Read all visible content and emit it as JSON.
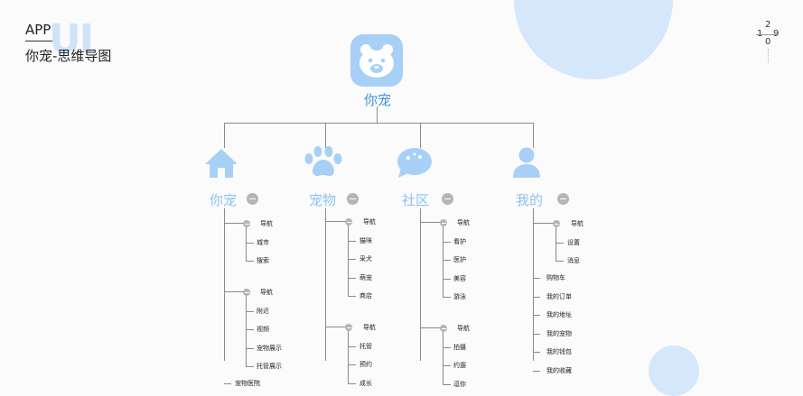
{
  "header": {
    "app": "APP",
    "ui": "UI",
    "title": "你宠-思维导图",
    "date": {
      "d1": "1",
      "d2": "2",
      "d3": "0",
      "d4": "9"
    }
  },
  "root": {
    "label": "你宠"
  },
  "branches": [
    {
      "label": "你宠",
      "icon": "house-icon",
      "groups": [
        {
          "label": "导航",
          "items": [
            "城市",
            "搜索"
          ]
        },
        {
          "label": "导航",
          "items": [
            "附近",
            "视频",
            "宠物展示",
            "托管展示"
          ]
        }
      ],
      "tail": [
        "宠物医院"
      ]
    },
    {
      "label": "宠物",
      "icon": "paw-icon",
      "groups": [
        {
          "label": "导航",
          "items": [
            "猫咪",
            "采犬",
            "萌宠",
            "商店"
          ]
        },
        {
          "label": "导航",
          "items": [
            "托管",
            "预约",
            "成长"
          ]
        }
      ],
      "tail": []
    },
    {
      "label": "社区",
      "icon": "chat-bubble-icon",
      "groups": [
        {
          "label": "导航",
          "items": [
            "看护",
            "医护",
            "美容",
            "游泳"
          ]
        },
        {
          "label": "导航",
          "items": [
            "拍摄",
            "约遛",
            "逗你"
          ]
        }
      ],
      "tail": []
    },
    {
      "label": "我的",
      "icon": "user-icon",
      "groups": [
        {
          "label": "导航",
          "items": [
            "设置",
            "消息"
          ]
        }
      ],
      "tail": [
        "购物车",
        "我的订单",
        "我的地址",
        "我的宠物",
        "我的钱包",
        "我的收藏"
      ]
    }
  ],
  "colors": {
    "accent": "#a8d0f6",
    "deco": "#d5e7fb",
    "line": "#8a8a8a"
  }
}
